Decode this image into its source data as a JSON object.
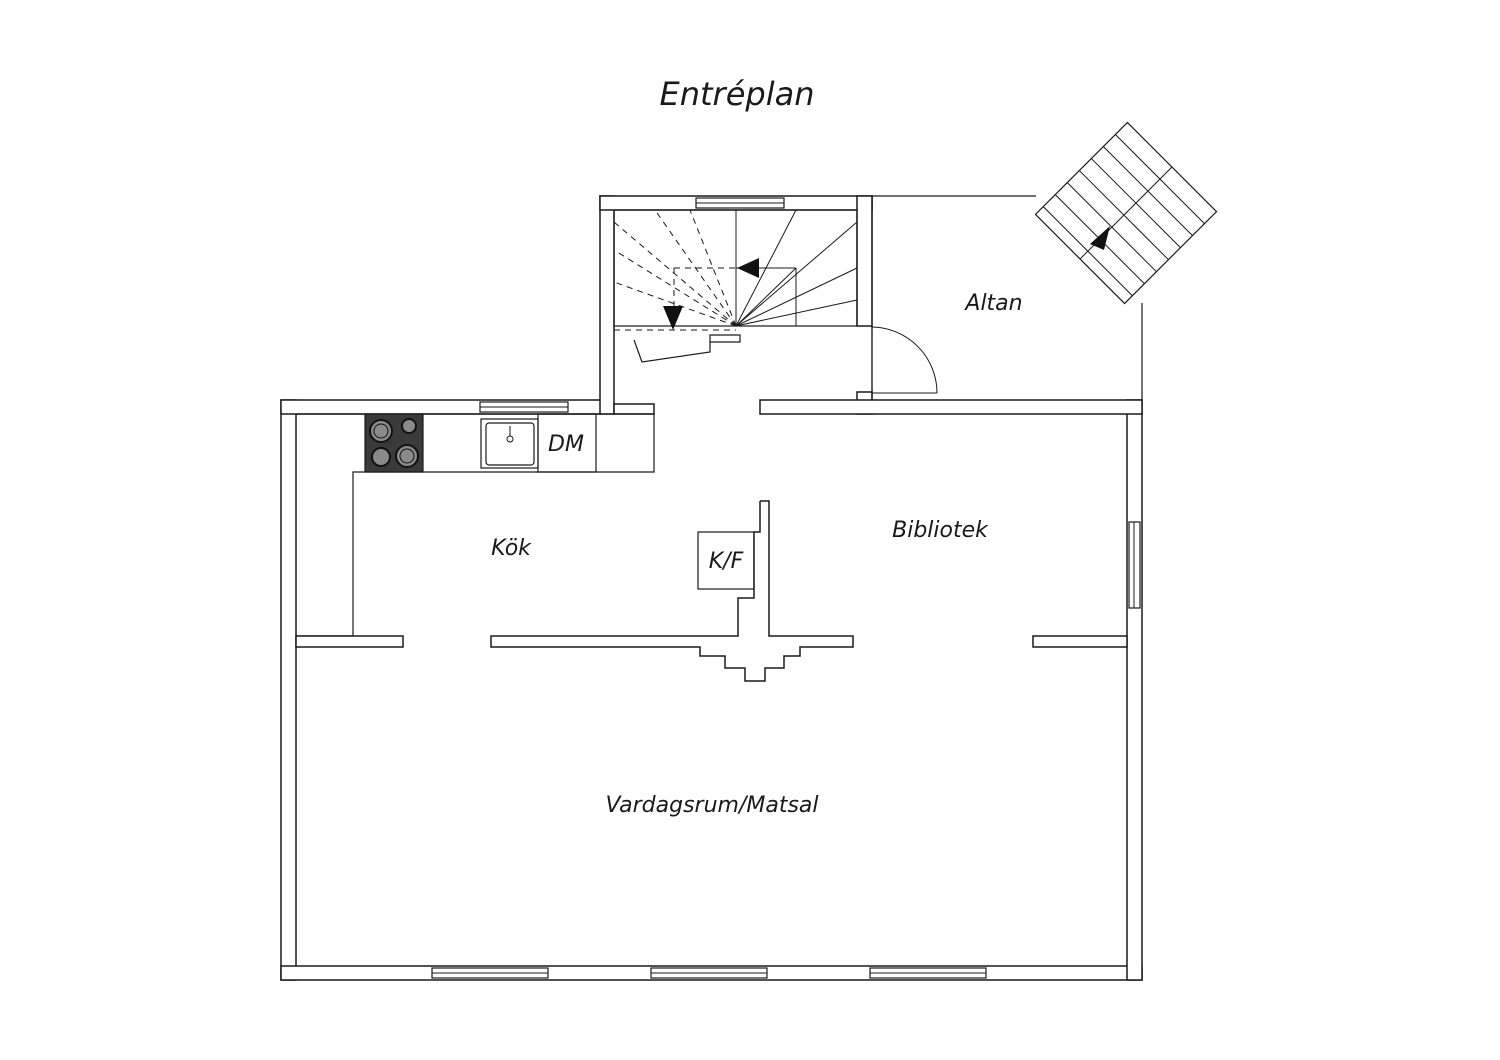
{
  "title": "Entréplan",
  "rooms": {
    "altan": "Altan",
    "kok": "Kök",
    "bibliotek": "Bibliotek",
    "vardagsrum": "Vardagsrum/Matsal"
  },
  "fixtures": {
    "dishwasher": "DM",
    "fridge_freezer": "K/F"
  },
  "colors": {
    "line": "#1a1a1a",
    "stove": "#3a3a3a",
    "background": "#ffffff"
  }
}
